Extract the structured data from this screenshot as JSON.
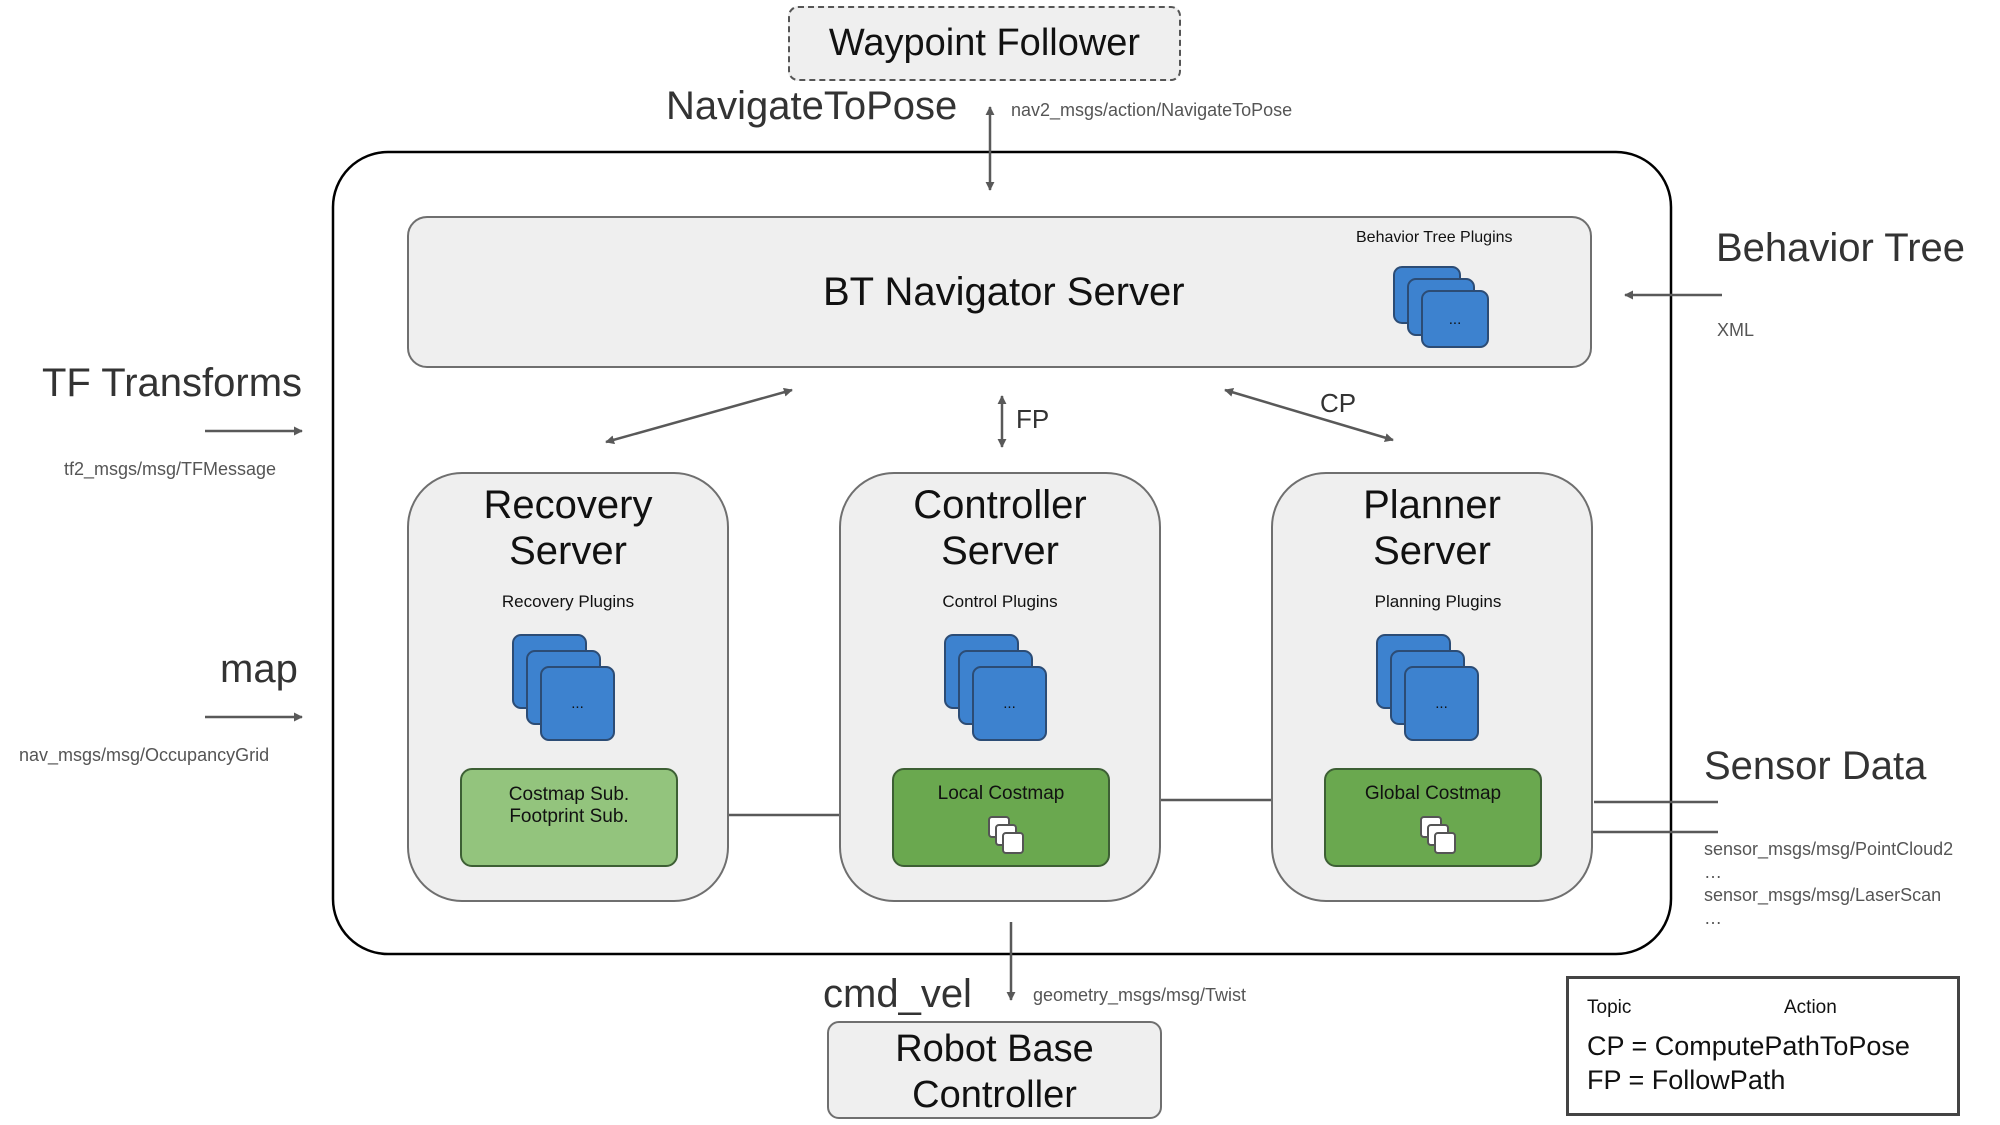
{
  "waypoint_follower": "Waypoint Follower",
  "navigate_to_pose": "NavigateToPose",
  "navigate_to_pose_msg": "nav2_msgs/action/NavigateToPose",
  "bt_navigator": {
    "title": "BT Navigator Server",
    "plugins_label": "Behavior Tree Plugins",
    "ellipsis": "..."
  },
  "behavior_tree": {
    "title": "Behavior Tree",
    "msg": "XML"
  },
  "tf_transforms": {
    "title": "TF Transforms",
    "msg": "tf2_msgs/msg/TFMessage"
  },
  "map": {
    "title": "map",
    "msg": "nav_msgs/msg/OccupancyGrid"
  },
  "fp_label": "FP",
  "cp_label": "CP",
  "recovery_server": {
    "title_line1": "Recovery",
    "title_line2": "Server",
    "plugins_label": "Recovery Plugins",
    "ellipsis": "...",
    "costmap_line1": "Costmap Sub.",
    "costmap_line2": "Footprint Sub."
  },
  "controller_server": {
    "title_line1": "Controller",
    "title_line2": "Server",
    "plugins_label": "Control Plugins",
    "ellipsis": "...",
    "costmap_label": "Local Costmap"
  },
  "planner_server": {
    "title_line1": "Planner",
    "title_line2": "Server",
    "plugins_label": "Planning Plugins",
    "ellipsis": "...",
    "costmap_label": "Global Costmap"
  },
  "sensor_data": {
    "title": "Sensor Data",
    "msg1": "sensor_msgs/msg/PointCloud2",
    "ellipsis1": "…",
    "msg2": "sensor_msgs/msg/LaserScan",
    "ellipsis2": "…"
  },
  "cmd_vel": {
    "title": "cmd_vel",
    "msg": "geometry_msgs/msg/Twist"
  },
  "robot_base": {
    "line1": "Robot Base",
    "line2": "Controller"
  },
  "legend": {
    "topic_label": "Topic",
    "action_label": "Action",
    "cp_def": "CP = ComputePathToPose",
    "fp_def": "FP = FollowPath"
  },
  "colors": {
    "plugin_blue": "#3d82cf",
    "local_costmap_green": "#6aa84f",
    "costmap_sub_green": "#93c47d",
    "server_grey": "#efefef",
    "arrow_grey": "#595959"
  }
}
